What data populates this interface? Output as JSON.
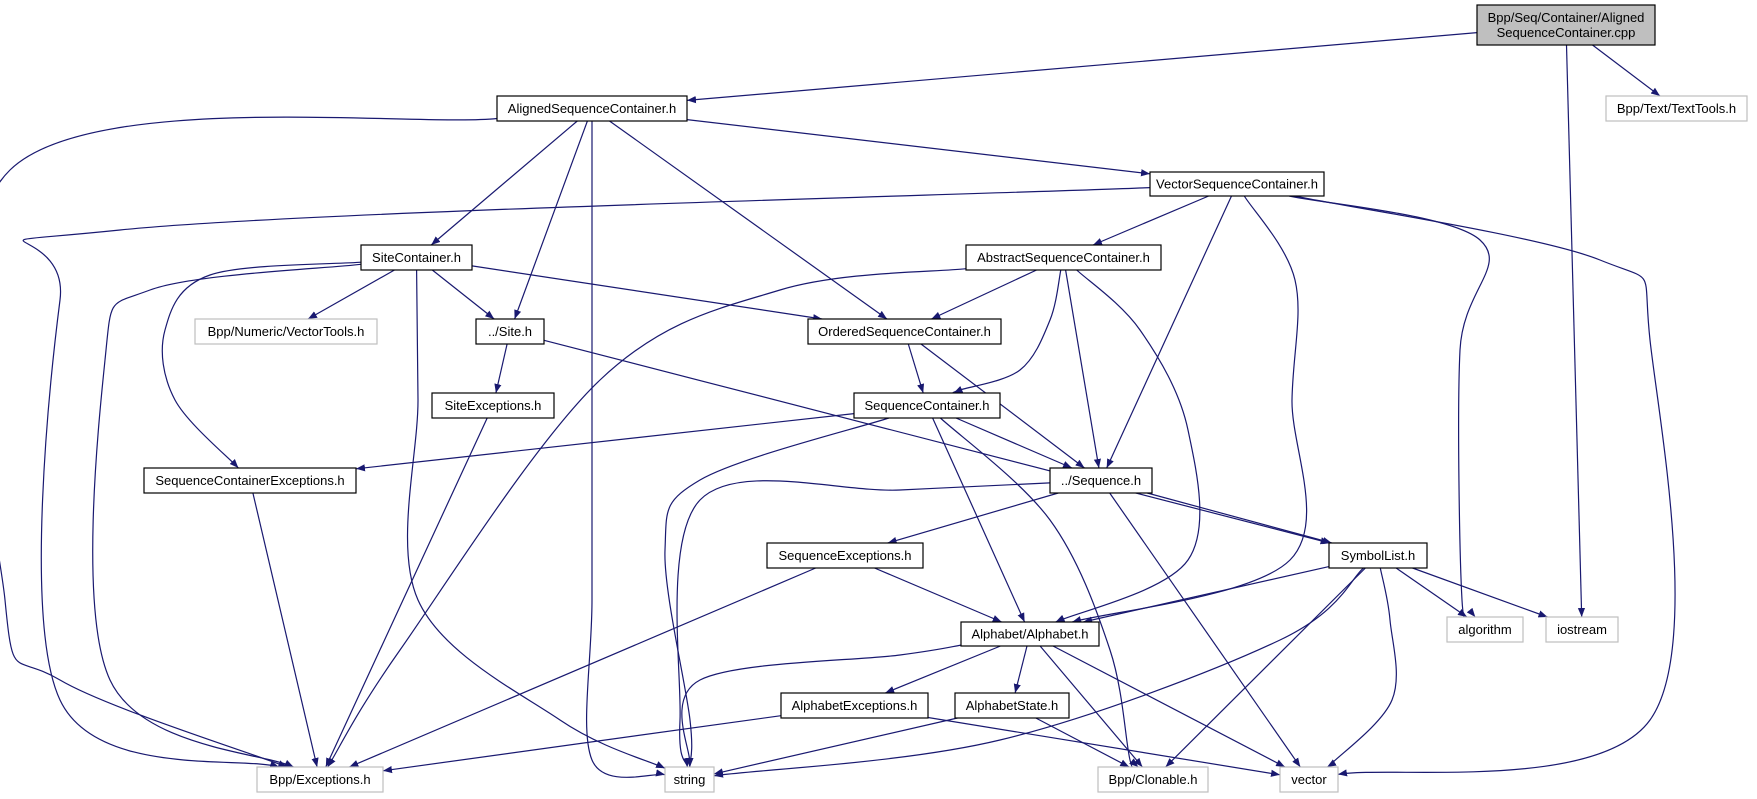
{
  "diagram": {
    "type": "include-dependency-graph",
    "colors": {
      "edge": "#191970",
      "root_fill": "#bfbfbf",
      "local_border": "#000000",
      "external_border": "#bfbfbf",
      "background": "#ffffff"
    },
    "nodes": [
      {
        "id": "root",
        "label": [
          "Bpp/Seq/Container/Aligned",
          "SequenceContainer.cpp"
        ],
        "kind": "root"
      },
      {
        "id": "aligned_h",
        "label": [
          "AlignedSequenceContainer.h"
        ],
        "kind": "local"
      },
      {
        "id": "texttools",
        "label": [
          "Bpp/Text/TextTools.h"
        ],
        "kind": "external"
      },
      {
        "id": "vector_sc",
        "label": [
          "VectorSequenceContainer.h"
        ],
        "kind": "local"
      },
      {
        "id": "site_container",
        "label": [
          "SiteContainer.h"
        ],
        "kind": "local"
      },
      {
        "id": "abstract_sc",
        "label": [
          "AbstractSequenceContainer.h"
        ],
        "kind": "local"
      },
      {
        "id": "vectortools",
        "label": [
          "Bpp/Numeric/VectorTools.h"
        ],
        "kind": "external"
      },
      {
        "id": "site_h",
        "label": [
          "../Site.h"
        ],
        "kind": "local"
      },
      {
        "id": "ordered_sc",
        "label": [
          "OrderedSequenceContainer.h"
        ],
        "kind": "local"
      },
      {
        "id": "site_exc",
        "label": [
          "SiteExceptions.h"
        ],
        "kind": "local"
      },
      {
        "id": "seq_container",
        "label": [
          "SequenceContainer.h"
        ],
        "kind": "local"
      },
      {
        "id": "sc_exc",
        "label": [
          "SequenceContainerExceptions.h"
        ],
        "kind": "local"
      },
      {
        "id": "sequence_h",
        "label": [
          "../Sequence.h"
        ],
        "kind": "local"
      },
      {
        "id": "seq_exc",
        "label": [
          "SequenceExceptions.h"
        ],
        "kind": "local"
      },
      {
        "id": "symbollist",
        "label": [
          "SymbolList.h"
        ],
        "kind": "local"
      },
      {
        "id": "alphabet",
        "label": [
          "Alphabet/Alphabet.h"
        ],
        "kind": "local"
      },
      {
        "id": "algorithm",
        "label": [
          "algorithm"
        ],
        "kind": "external"
      },
      {
        "id": "iostream",
        "label": [
          "iostream"
        ],
        "kind": "external"
      },
      {
        "id": "alpha_exc",
        "label": [
          "AlphabetExceptions.h"
        ],
        "kind": "local"
      },
      {
        "id": "alpha_state",
        "label": [
          "AlphabetState.h"
        ],
        "kind": "local"
      },
      {
        "id": "exceptions",
        "label": [
          "Bpp/Exceptions.h"
        ],
        "kind": "external"
      },
      {
        "id": "string",
        "label": [
          "string"
        ],
        "kind": "external"
      },
      {
        "id": "clonable",
        "label": [
          "Bpp/Clonable.h"
        ],
        "kind": "external"
      },
      {
        "id": "vector",
        "label": [
          "vector"
        ],
        "kind": "external"
      }
    ],
    "edges": [
      [
        "root",
        "aligned_h"
      ],
      [
        "root",
        "texttools"
      ],
      [
        "root",
        "iostream"
      ],
      [
        "aligned_h",
        "exceptions"
      ],
      [
        "aligned_h",
        "site_container"
      ],
      [
        "aligned_h",
        "site_h"
      ],
      [
        "aligned_h",
        "string"
      ],
      [
        "aligned_h",
        "ordered_sc"
      ],
      [
        "aligned_h",
        "vector_sc"
      ],
      [
        "vector_sc",
        "exceptions"
      ],
      [
        "vector_sc",
        "abstract_sc"
      ],
      [
        "vector_sc",
        "sequence_h"
      ],
      [
        "vector_sc",
        "alphabet"
      ],
      [
        "vector_sc",
        "algorithm"
      ],
      [
        "vector_sc",
        "vector"
      ],
      [
        "site_container",
        "exceptions"
      ],
      [
        "site_container",
        "sc_exc"
      ],
      [
        "site_container",
        "vectortools"
      ],
      [
        "site_container",
        "site_h"
      ],
      [
        "site_container",
        "string"
      ],
      [
        "site_container",
        "ordered_sc"
      ],
      [
        "abstract_sc",
        "exceptions"
      ],
      [
        "abstract_sc",
        "ordered_sc"
      ],
      [
        "abstract_sc",
        "seq_container"
      ],
      [
        "abstract_sc",
        "sequence_h"
      ],
      [
        "abstract_sc",
        "alphabet"
      ],
      [
        "site_h",
        "site_exc"
      ],
      [
        "site_h",
        "symbollist"
      ],
      [
        "ordered_sc",
        "seq_container"
      ],
      [
        "ordered_sc",
        "sequence_h"
      ],
      [
        "site_exc",
        "exceptions"
      ],
      [
        "seq_container",
        "sc_exc"
      ],
      [
        "seq_container",
        "string"
      ],
      [
        "seq_container",
        "sequence_h"
      ],
      [
        "seq_container",
        "alphabet"
      ],
      [
        "seq_container",
        "clonable"
      ],
      [
        "sc_exc",
        "exceptions"
      ],
      [
        "sequence_h",
        "string"
      ],
      [
        "sequence_h",
        "seq_exc"
      ],
      [
        "sequence_h",
        "symbollist"
      ],
      [
        "sequence_h",
        "vector"
      ],
      [
        "seq_exc",
        "exceptions"
      ],
      [
        "seq_exc",
        "alphabet"
      ],
      [
        "symbollist",
        "alphabet"
      ],
      [
        "symbollist",
        "algorithm"
      ],
      [
        "symbollist",
        "iostream"
      ],
      [
        "symbollist",
        "string"
      ],
      [
        "symbollist",
        "clonable"
      ],
      [
        "symbollist",
        "vector"
      ],
      [
        "alphabet",
        "string"
      ],
      [
        "alphabet",
        "alpha_exc"
      ],
      [
        "alphabet",
        "alpha_state"
      ],
      [
        "alphabet",
        "clonable"
      ],
      [
        "alphabet",
        "vector"
      ],
      [
        "alpha_exc",
        "exceptions"
      ],
      [
        "alpha_exc",
        "vector"
      ],
      [
        "alpha_state",
        "string"
      ],
      [
        "alpha_state",
        "clonable"
      ]
    ]
  }
}
